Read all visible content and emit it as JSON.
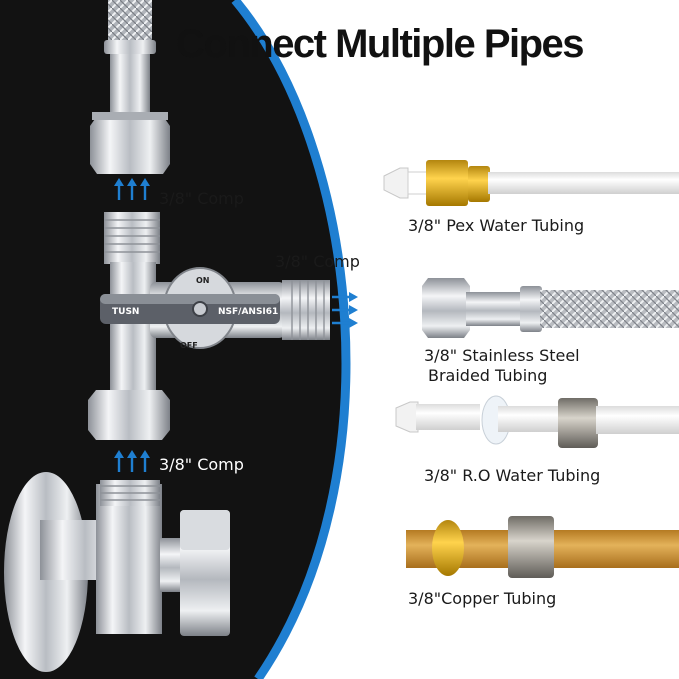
{
  "title": "Connect Multiple Pipes",
  "valve_labels": {
    "top": "3/8\" Comp",
    "side": "3/8\" Comp",
    "bottom": "3/8\" Comp"
  },
  "valve_markings": {
    "on": "ON",
    "off": "OFF",
    "cert": "NSF/ANSI61",
    "brand": "TUSN"
  },
  "tubing": [
    {
      "label": "3/8\" Pex Water Tubing"
    },
    {
      "label_line1": "3/8\" Stainless Steel",
      "label_line2": "Braided Tubing"
    },
    {
      "label": "3/8\" R.O Water Tubing"
    },
    {
      "label": "3/8\"Copper Tubing"
    }
  ],
  "colors": {
    "dark_panel": "#121212",
    "accent_blue": "#1f7fd1",
    "chrome": "#c9ccd1",
    "copper": "#d9a13e",
    "brass": "#e8b52a"
  }
}
